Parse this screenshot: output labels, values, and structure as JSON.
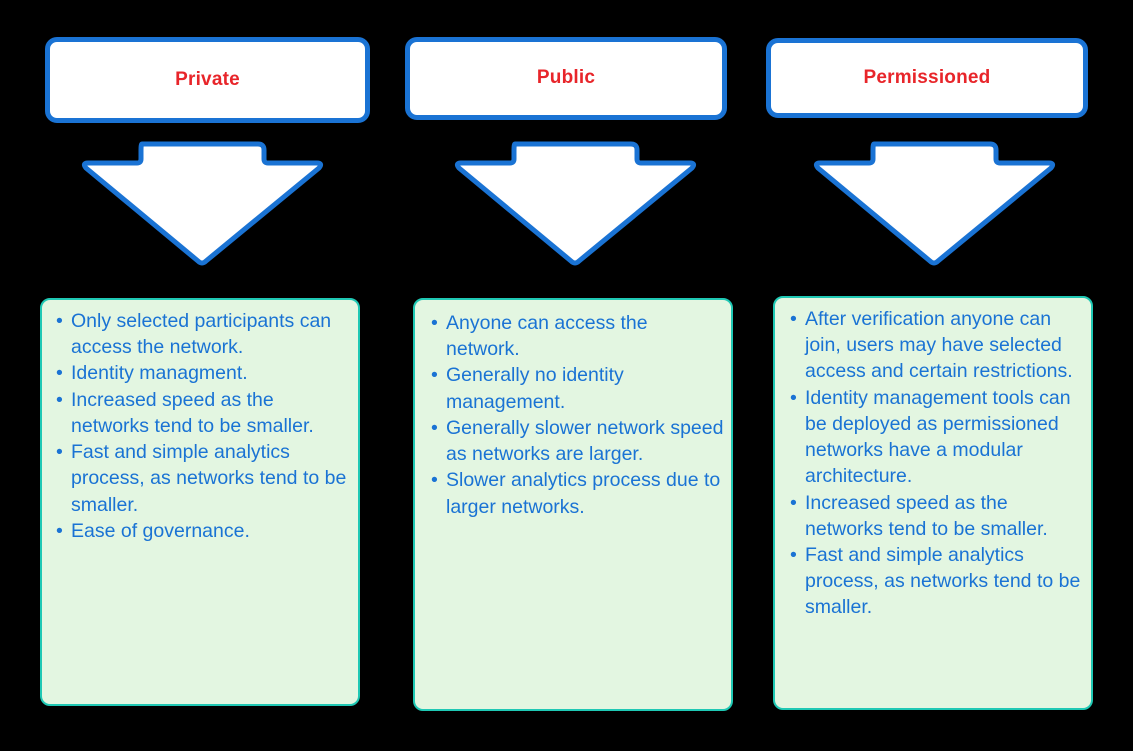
{
  "background_color": "#000000",
  "theme": {
    "blue": "#1a73d4",
    "red": "#e8252a",
    "green_fill": "#e3f6e1",
    "teal_border": "#1fc8b4",
    "white": "#ffffff"
  },
  "columns": [
    {
      "key": "private",
      "title": "Private",
      "bullets": [
        "Only selected participants can access the network.",
        "Identity managment.",
        "Increased speed as the networks tend to be smaller.",
        "Fast and simple analytics process, as networks tend to be smaller.",
        "Ease of governance."
      ]
    },
    {
      "key": "public",
      "title": "Public",
      "bullets": [
        "Anyone can access the network.",
        "Generally no identity management.",
        "Generally slower network speed as networks are larger.",
        "Slower analytics process due to larger networks."
      ]
    },
    {
      "key": "permissioned",
      "title": "Permissioned",
      "bullets": [
        "After verification anyone can join, users may have selected access and certain restrictions.",
        "Identity management tools can be deployed as permissioned networks have a modular architecture.",
        "Increased speed as the networks tend to be smaller.",
        "Fast and simple analytics process, as networks tend to be smaller."
      ]
    }
  ]
}
